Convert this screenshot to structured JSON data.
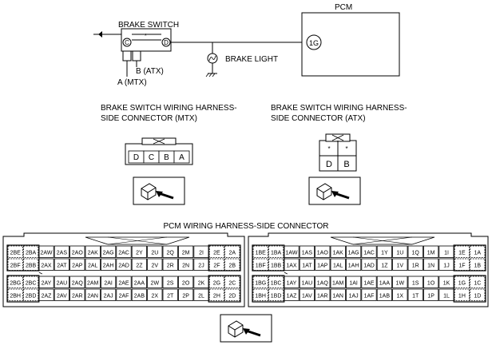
{
  "schematic": {
    "brake_switch_label": "BRAKE SWITCH",
    "pcm_label": "PCM",
    "pcm_terminal": "1G",
    "brake_light_label": "BRAKE LIGHT",
    "terminal_b_label": "B (ATX)",
    "terminal_a_label": "A (MTX)",
    "switch_terminal_c": "C",
    "switch_terminal_d": "D"
  },
  "mtx_connector": {
    "title_line1": "BRAKE SWITCH WIRING HARNESS-",
    "title_line2": "SIDE CONNECTOR (MTX)",
    "pins": [
      "D",
      "C",
      "B",
      "A"
    ]
  },
  "atx_connector": {
    "title_line1": "BRAKE SWITCH WIRING HARNESS-",
    "title_line2": "SIDE CONNECTOR (ATX)",
    "top_marks": [
      "*",
      "*"
    ],
    "pins": [
      "D",
      "B"
    ]
  },
  "pcm_connector": {
    "title": "PCM WIRING HARNESS-SIDE CONNECTOR",
    "left_rows": [
      [
        "2BE",
        "2BA",
        "2AW",
        "2AS",
        "2AO",
        "2AK",
        "2AG",
        "2AC",
        "2Y",
        "2U",
        "2Q",
        "2M",
        "2I",
        "2E",
        "2A"
      ],
      [
        "2BF",
        "2BB",
        "2AX",
        "2AT",
        "2AP",
        "2AL",
        "2AH",
        "2AD",
        "2Z",
        "2V",
        "2R",
        "2N",
        "2J",
        "2F",
        "2B"
      ],
      [
        "2BG",
        "2BC",
        "2AY",
        "2AU",
        "2AQ",
        "2AM",
        "2AI",
        "2AE",
        "2AA",
        "2W",
        "2S",
        "2O",
        "2K",
        "2G",
        "2C"
      ],
      [
        "2BH",
        "2BD",
        "2AZ",
        "2AV",
        "2AR",
        "2AN",
        "2AJ",
        "2AF",
        "2AB",
        "2X",
        "2T",
        "2P",
        "2L",
        "2H",
        "2D"
      ]
    ],
    "right_rows": [
      [
        "1BE",
        "1BA",
        "1AW",
        "1AS",
        "1AO",
        "1AK",
        "1AG",
        "1AC",
        "1Y",
        "1U",
        "1Q",
        "1M",
        "1I",
        "1E",
        "1A"
      ],
      [
        "1BF",
        "1BB",
        "1AX",
        "1AT",
        "1AP",
        "1AL",
        "1AH",
        "1AD",
        "1Z",
        "1V",
        "1R",
        "1N",
        "1J",
        "1F",
        "1B"
      ],
      [
        "1BG",
        "1BC",
        "1AY",
        "1AU",
        "1AQ",
        "1AM",
        "1AI",
        "1AE",
        "1AA",
        "1W",
        "1S",
        "1O",
        "1K",
        "1G",
        "1C"
      ],
      [
        "1BH",
        "1BD",
        "1AZ",
        "1AV",
        "1AR",
        "1AN",
        "1AJ",
        "1AF",
        "1AB",
        "1X",
        "1T",
        "1P",
        "1L",
        "1H",
        "1D"
      ]
    ]
  }
}
